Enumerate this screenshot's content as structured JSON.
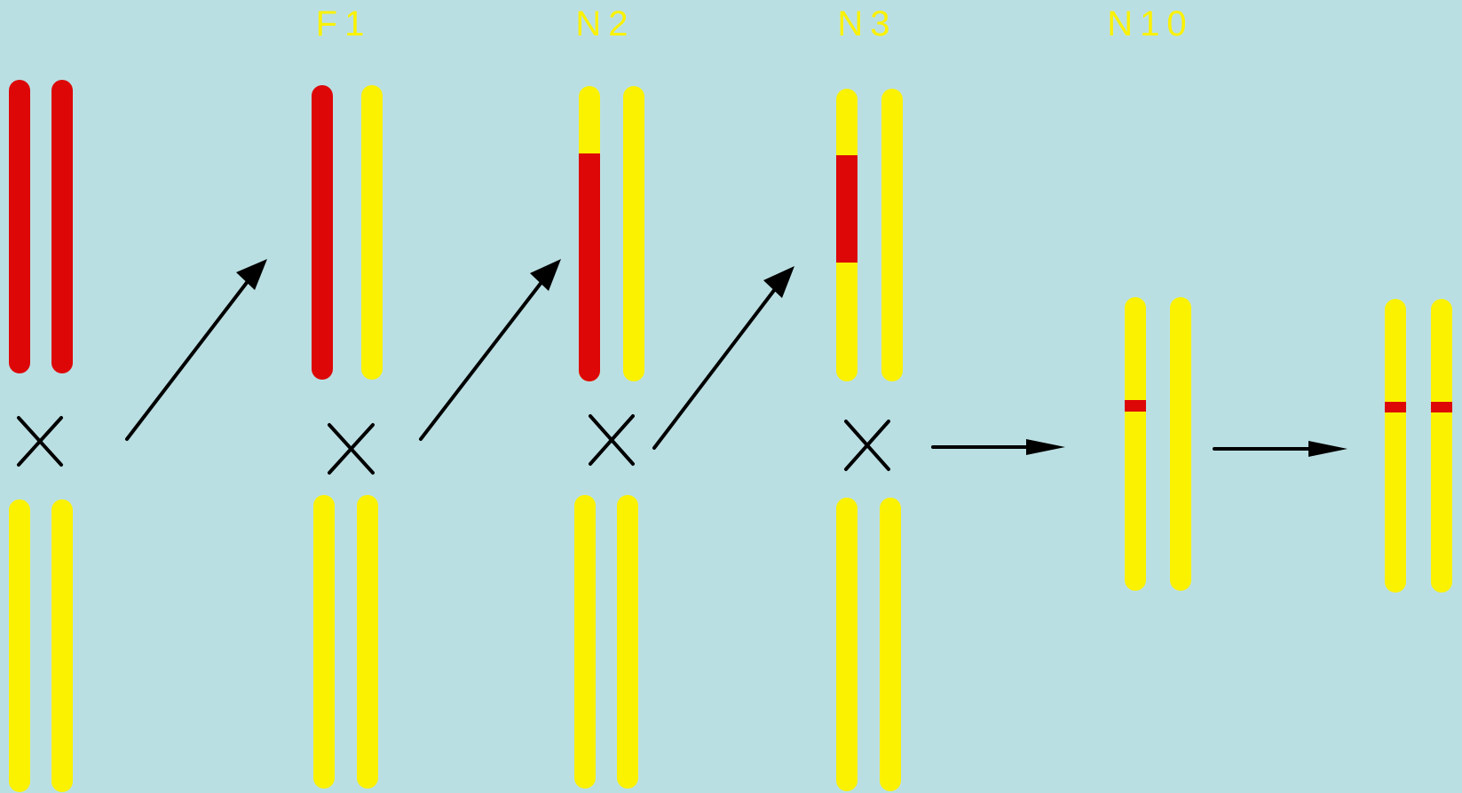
{
  "colors": {
    "background": "#badfe3",
    "donor": "#dd0707",
    "recurrent": "#fbf200",
    "line": "#000000",
    "label": "#fbf200"
  },
  "labels": {
    "f1": "F1",
    "n2": "N2",
    "n3": "N3",
    "n10": "N10"
  }
}
